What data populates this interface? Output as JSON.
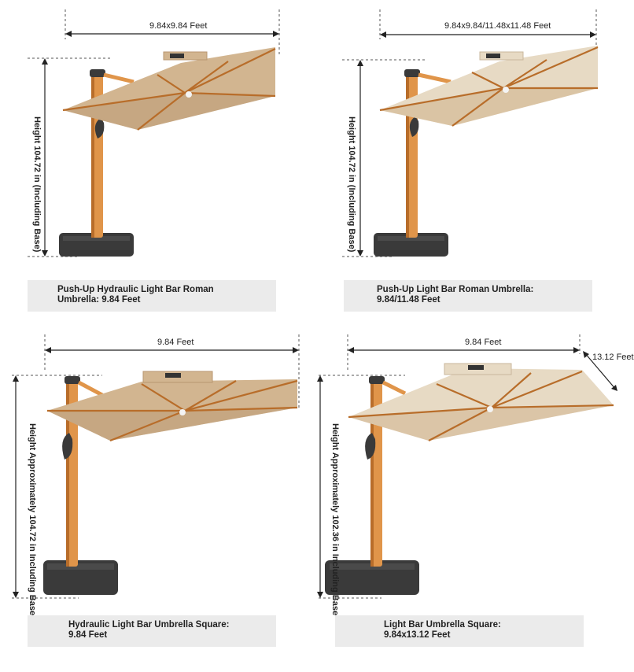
{
  "colors": {
    "canopy": "#d2b590",
    "canopy_light": "#e7dac4",
    "canopy_shadow": "#b89670",
    "pole": "#e0954a",
    "pole_dark": "#b86d2a",
    "base": "#3a3a3a",
    "caption_bg": "#ebebeb"
  },
  "panels": [
    {
      "width_label": "9.84x9.84 Feet",
      "height_label": "Height 104.72 in (Including Base)",
      "caption_line1": "Push-Up Hydraulic Light Bar Roman",
      "caption_line2": "Umbrella: 9.84 Feet"
    },
    {
      "width_label": "9.84x9.84/11.48x11.48 Feet",
      "height_label": "Height 104.72 in (Including Base)",
      "caption_line1": "Push-Up Light Bar Roman Umbrella:",
      "caption_line2": "9.84/11.48 Feet"
    },
    {
      "width_label": "9.84 Feet",
      "height_label": "Height Approximately 104.72 in Including Base",
      "caption_line1": "Hydraulic Light Bar Umbrella Square:",
      "caption_line2": "9.84 Feet"
    },
    {
      "width_label": "9.84 Feet",
      "depth_label": "13.12 Feet",
      "height_label": "Height Approximately 102.36 in Including Base",
      "caption_line1": "Light Bar Umbrella Square:",
      "caption_line2": "9.84x13.12 Feet"
    }
  ]
}
